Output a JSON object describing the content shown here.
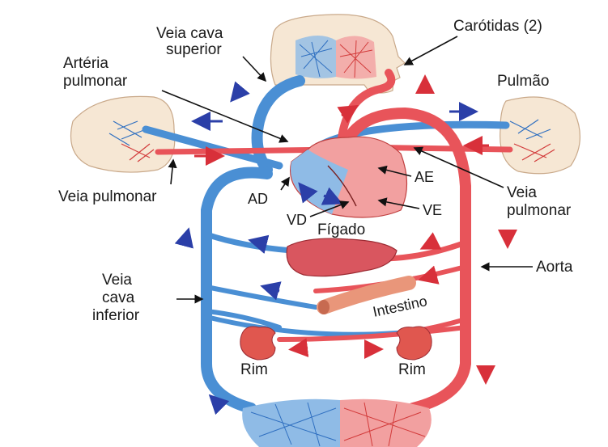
{
  "labels": {
    "veia_cava_superior_1": "Veia cava",
    "veia_cava_superior_2": "superior",
    "arteria_pulmonar_1": "Artéria",
    "arteria_pulmonar_2": "pulmonar",
    "carotidas": "Carótidas (2)",
    "pulmao": "Pulmão",
    "ae": "AE",
    "ad": "AD",
    "ve": "VE",
    "vd": "VD",
    "veia_pulmonar_left": "Veia pulmonar",
    "veia_pulmonar_right_1": "Veia",
    "veia_pulmonar_right_2": "pulmonar",
    "figado": "Fígado",
    "aorta": "Aorta",
    "veia_cava_inferior_1": "Veia",
    "veia_cava_inferior_2": "cava",
    "veia_cava_inferior_3": "inferior",
    "intestino": "Intestino",
    "rim_left": "Rim",
    "rim_right": "Rim"
  },
  "colors": {
    "venous_blue": "#4a8fd4",
    "venous_light": "#8fbbe6",
    "arterial_red": "#e8545a",
    "arterial_light": "#f2a0a0",
    "arrow_blue": "#2b3fa8",
    "arrow_red": "#d8303a",
    "organ_skin": "#f6e7d4",
    "liver": "#d9565f",
    "kidney": "#e0574f",
    "intestine": "#e9967a"
  }
}
